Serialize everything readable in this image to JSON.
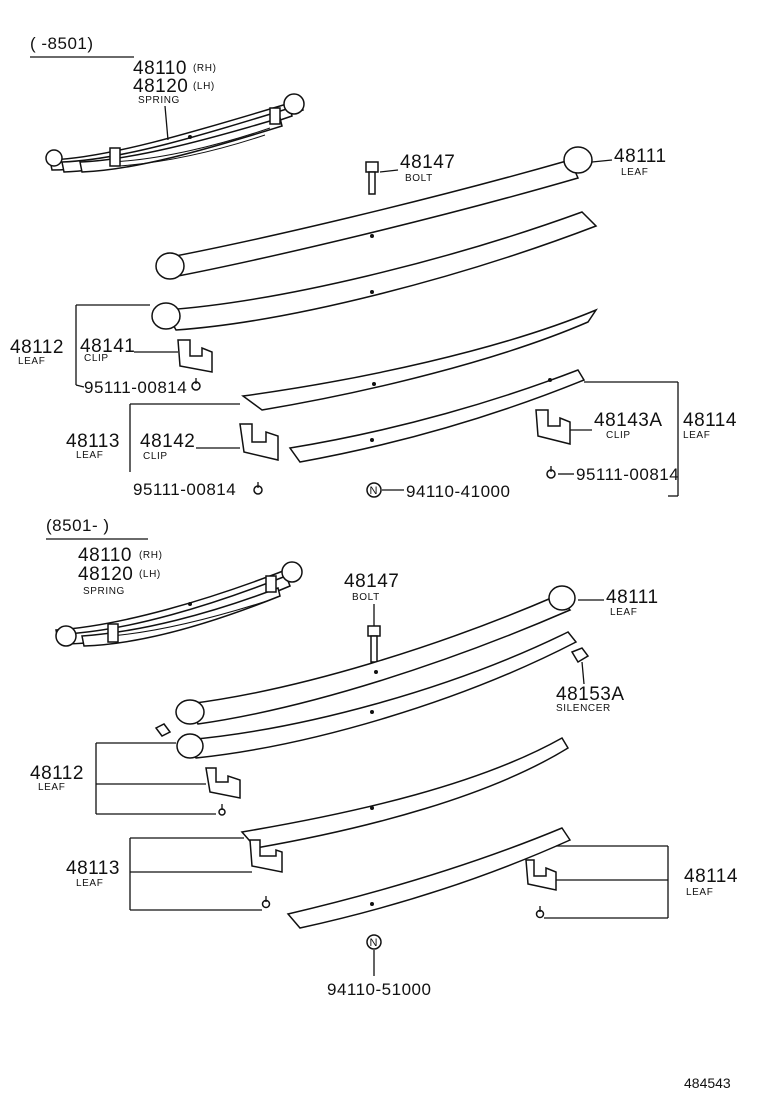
{
  "sections": {
    "top": {
      "range": "(      -8501)",
      "spring_rh": {
        "part": "48110",
        "suffix": "(RH)"
      },
      "spring_lh": {
        "part": "48120",
        "suffix": "(LH)"
      },
      "spring_label": "SPRING",
      "bolt": {
        "part": "48147",
        "label": "BOLT"
      },
      "leaf_48111": {
        "part": "48111",
        "label": "LEAF"
      },
      "leaf_48112": {
        "part": "48112",
        "label": "LEAF"
      },
      "clip_48141": {
        "part": "48141",
        "label": "CLIP"
      },
      "screw_left_1": "95111-00814",
      "leaf_48113": {
        "part": "48113",
        "label": "LEAF"
      },
      "clip_48142": {
        "part": "48142",
        "label": "CLIP"
      },
      "screw_left_2": "95111-00814",
      "clip_48143a": {
        "part": "48143A",
        "label": "CLIP"
      },
      "leaf_48114": {
        "part": "48114",
        "label": "LEAF"
      },
      "screw_right": "95111-00814",
      "nut": {
        "symbol": "N",
        "part": "94110-41000"
      }
    },
    "bottom": {
      "range": "(8501-      )",
      "spring_rh": {
        "part": "48110",
        "suffix": "(RH)"
      },
      "spring_lh": {
        "part": "48120",
        "suffix": "(LH)"
      },
      "spring_label": "SPRING",
      "bolt": {
        "part": "48147",
        "label": "BOLT"
      },
      "leaf_48111": {
        "part": "48111",
        "label": "LEAF"
      },
      "silencer": {
        "part": "48153A",
        "label": "SILENCER"
      },
      "leaf_48112": {
        "part": "48112",
        "label": "LEAF"
      },
      "leaf_48113": {
        "part": "48113",
        "label": "LEAF"
      },
      "leaf_48114": {
        "part": "48114",
        "label": "LEAF"
      },
      "nut": {
        "symbol": "N",
        "part": "94110-51000"
      }
    }
  },
  "reference": "484543"
}
